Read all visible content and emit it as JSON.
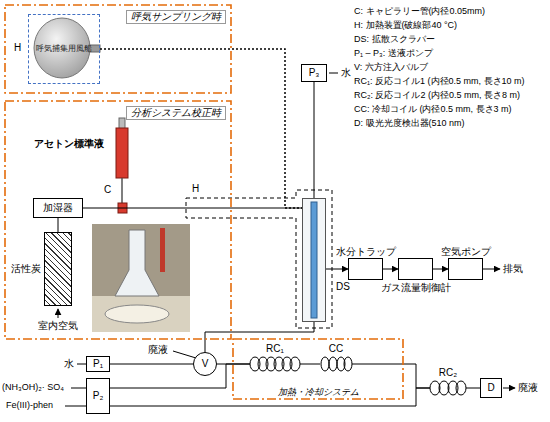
{
  "diagram": {
    "nodes": [
      {
        "text": [
          "呼気サンプリング時"
        ]
      },
      {
        "text": [
          "呼気捕集用風船"
        ],
        "in": 0
      },
      {
        "text": [
          "分析システム校正時"
        ]
      },
      {
        "text": [
          "加湿器"
        ],
        "in": 2
      },
      {
        "text": [
          "活性炭"
        ],
        "in": 2
      },
      {
        "text": [
          "P₃"
        ]
      },
      {
        "text": [
          "DS"
        ]
      },
      {
        "text": [
          "水分トラップ"
        ]
      },
      {
        "text": [
          "ガス流量制御計"
        ]
      },
      {
        "text": [
          "空気ポンプ"
        ]
      },
      {
        "text": [
          "P₁"
        ]
      },
      {
        "text": [
          "P₂"
        ]
      },
      {
        "text": [
          "V"
        ]
      },
      {
        "text": [
          "加熱・冷却システム"
        ]
      },
      {
        "text": [
          "RC₁"
        ],
        "in": 13
      },
      {
        "text": [
          "CC"
        ],
        "in": 13
      },
      {
        "text": [
          "RC₂"
        ]
      },
      {
        "text": [
          "D"
        ]
      }
    ],
    "edges": [
      {
        "from": 1,
        "to": 6,
        "arrow": "none"
      },
      {
        "from": 4,
        "to": 3,
        "arrow": "none"
      },
      {
        "from": 3,
        "to": 6,
        "arrow": "none"
      },
      {
        "from": 5,
        "to": 6,
        "arrow": "none"
      },
      {
        "from": 6,
        "to": 12,
        "arrow": "none"
      },
      {
        "from": 6,
        "to": 7,
        "arrow": "to"
      },
      {
        "from": 7,
        "to": 8,
        "arrow": "to"
      },
      {
        "from": 8,
        "to": 9,
        "arrow": "to"
      },
      {
        "from": 10,
        "to": 12,
        "arrow": "none"
      },
      {
        "from": 12,
        "to": 14,
        "arrow": "none"
      },
      {
        "from": 11,
        "to": 14,
        "arrow": "none"
      },
      {
        "from": 14,
        "to": 15,
        "arrow": "none"
      },
      {
        "from": 15,
        "to": 16,
        "arrow": "none"
      },
      {
        "from": 11,
        "to": 16,
        "arrow": "none"
      },
      {
        "from": 16,
        "to": 17,
        "arrow": "none"
      }
    ],
    "labels": [
      "H",
      "アセトン標準液",
      "C",
      "H",
      "室内空気",
      "水",
      "排気",
      "水",
      "(NH₃OH)₂· SO₄",
      "Fe(III)-phen",
      "廃液",
      "廃液",
      "C: キャピラリー管(内径0.05mm)",
      "H: 加熱装置(破線部40 °C)",
      "DS: 拡散スクラバー",
      "P₁ – P₃: 送液ポンプ",
      "V: 六方注入バルブ",
      "RC₁: 反応コイル1 (内径0.5 mm, 長さ10 m)",
      "RC₂: 反応コイル2 (内径0.5 mm, 長さ8 m)",
      "CC: 冷却コイル (内径0.5 mm, 長さ3 m)",
      "D: 吸光光度検出器(510 nm)"
    ]
  }
}
